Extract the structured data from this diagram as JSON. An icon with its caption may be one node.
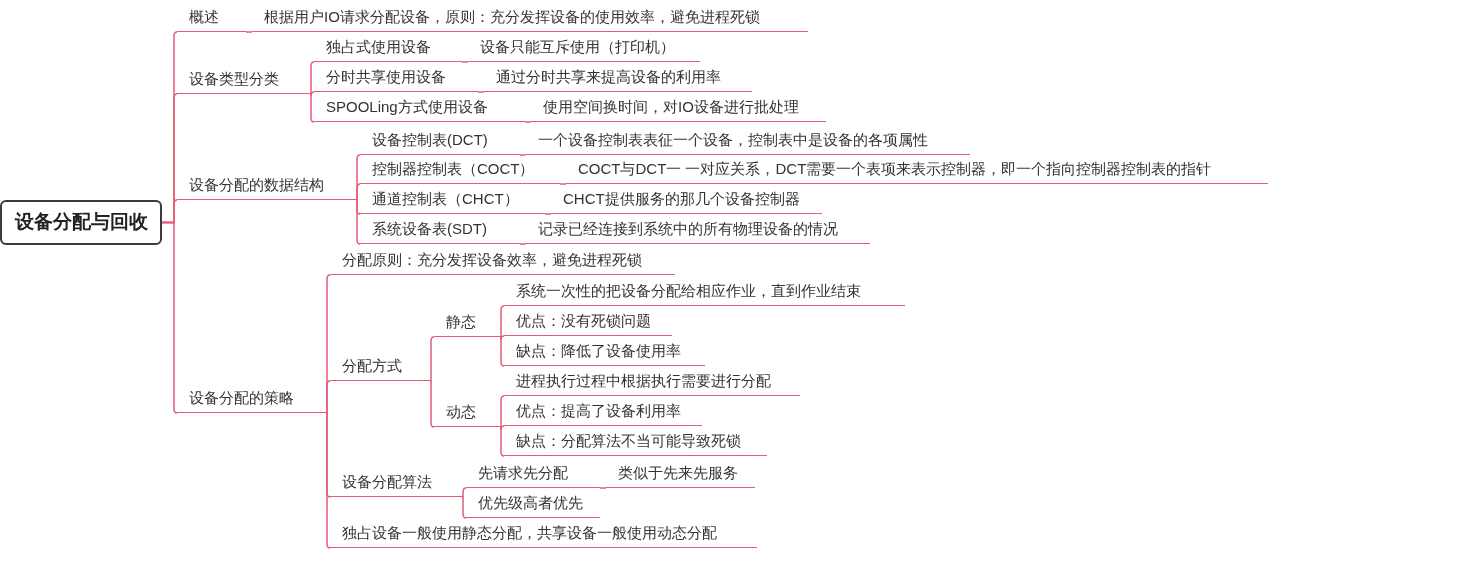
{
  "diagram": {
    "nodes": [
      {
        "text": [
          "设备分配与回收"
        ]
      },
      {
        "text": [
          "概述"
        ]
      },
      {
        "text": [
          "根据用户IO请求分配设备，原则：充分发挥设备的使用效率，避免进程死锁"
        ]
      },
      {
        "text": [
          "设备类型分类"
        ]
      },
      {
        "text": [
          "独占式使用设备"
        ]
      },
      {
        "text": [
          "设备只能互斥使用（打印机）"
        ]
      },
      {
        "text": [
          "分时共享使用设备"
        ]
      },
      {
        "text": [
          "通过分时共享来提高设备的利用率"
        ]
      },
      {
        "text": [
          "SPOOLing方式使用设备"
        ]
      },
      {
        "text": [
          "使用空间换时间，对IO设备进行批处理"
        ]
      },
      {
        "text": [
          "设备分配的数据结构"
        ]
      },
      {
        "text": [
          "设备控制表(DCT)"
        ]
      },
      {
        "text": [
          "一个设备控制表表征一个设备，控制表中是设备的各项属性"
        ]
      },
      {
        "text": [
          "控制器控制表（COCT）"
        ]
      },
      {
        "text": [
          "COCT与DCT一 一对应关系，DCT需要一个表项来表示控制器，即一个指向控制器控制表的指针"
        ]
      },
      {
        "text": [
          "通道控制表（CHCT）"
        ]
      },
      {
        "text": [
          "CHCT提供服务的那几个设备控制器"
        ]
      },
      {
        "text": [
          "系统设备表(SDT)"
        ]
      },
      {
        "text": [
          "记录已经连接到系统中的所有物理设备的情况"
        ]
      },
      {
        "text": [
          "设备分配的策略"
        ]
      },
      {
        "text": [
          "分配原则：充分发挥设备效率，避免进程死锁"
        ]
      },
      {
        "text": [
          "分配方式"
        ]
      },
      {
        "text": [
          "静态"
        ]
      },
      {
        "text": [
          "系统一次性的把设备分配给相应作业，直到作业结束"
        ]
      },
      {
        "text": [
          "优点：没有死锁问题"
        ]
      },
      {
        "text": [
          "缺点：降低了设备使用率"
        ]
      },
      {
        "text": [
          "动态"
        ]
      },
      {
        "text": [
          "进程执行过程中根据执行需要进行分配"
        ]
      },
      {
        "text": [
          "优点：提高了设备利用率"
        ]
      },
      {
        "text": [
          "缺点：分配算法不当可能导致死锁"
        ]
      },
      {
        "text": [
          "设备分配算法"
        ]
      },
      {
        "text": [
          "先请求先分配"
        ]
      },
      {
        "text": [
          "类似于先来先服务"
        ]
      },
      {
        "text": [
          "优先级高者优先"
        ]
      },
      {
        "text": [
          "独占设备一般使用静态分配，共享设备一般使用动态分配"
        ]
      }
    ],
    "edges": [
      {
        "from": 0,
        "to": 1,
        "arrow": "none"
      },
      {
        "from": 1,
        "to": 2,
        "arrow": "none"
      },
      {
        "from": 0,
        "to": 3,
        "arrow": "none"
      },
      {
        "from": 3,
        "to": 4,
        "arrow": "none"
      },
      {
        "from": 4,
        "to": 5,
        "arrow": "none"
      },
      {
        "from": 3,
        "to": 6,
        "arrow": "none"
      },
      {
        "from": 6,
        "to": 7,
        "arrow": "none"
      },
      {
        "from": 3,
        "to": 8,
        "arrow": "none"
      },
      {
        "from": 8,
        "to": 9,
        "arrow": "none"
      },
      {
        "from": 0,
        "to": 10,
        "arrow": "none"
      },
      {
        "from": 10,
        "to": 11,
        "arrow": "none"
      },
      {
        "from": 11,
        "to": 12,
        "arrow": "none"
      },
      {
        "from": 10,
        "to": 13,
        "arrow": "none"
      },
      {
        "from": 13,
        "to": 14,
        "arrow": "none"
      },
      {
        "from": 10,
        "to": 15,
        "arrow": "none"
      },
      {
        "from": 15,
        "to": 16,
        "arrow": "none"
      },
      {
        "from": 10,
        "to": 17,
        "arrow": "none"
      },
      {
        "from": 17,
        "to": 18,
        "arrow": "none"
      },
      {
        "from": 0,
        "to": 19,
        "arrow": "none"
      },
      {
        "from": 19,
        "to": 20,
        "arrow": "none"
      },
      {
        "from": 19,
        "to": 21,
        "arrow": "none"
      },
      {
        "from": 21,
        "to": 22,
        "arrow": "none"
      },
      {
        "from": 22,
        "to": 23,
        "arrow": "none"
      },
      {
        "from": 22,
        "to": 24,
        "arrow": "none"
      },
      {
        "from": 22,
        "to": 25,
        "arrow": "none"
      },
      {
        "from": 21,
        "to": 26,
        "arrow": "none"
      },
      {
        "from": 26,
        "to": 27,
        "arrow": "none"
      },
      {
        "from": 26,
        "to": 28,
        "arrow": "none"
      },
      {
        "from": 26,
        "to": 29,
        "arrow": "none"
      },
      {
        "from": 19,
        "to": 30,
        "arrow": "none"
      },
      {
        "from": 30,
        "to": 31,
        "arrow": "none"
      },
      {
        "from": 31,
        "to": 32,
        "arrow": "none"
      },
      {
        "from": 30,
        "to": 33,
        "arrow": "none"
      },
      {
        "from": 19,
        "to": 34,
        "arrow": "none"
      }
    ]
  }
}
